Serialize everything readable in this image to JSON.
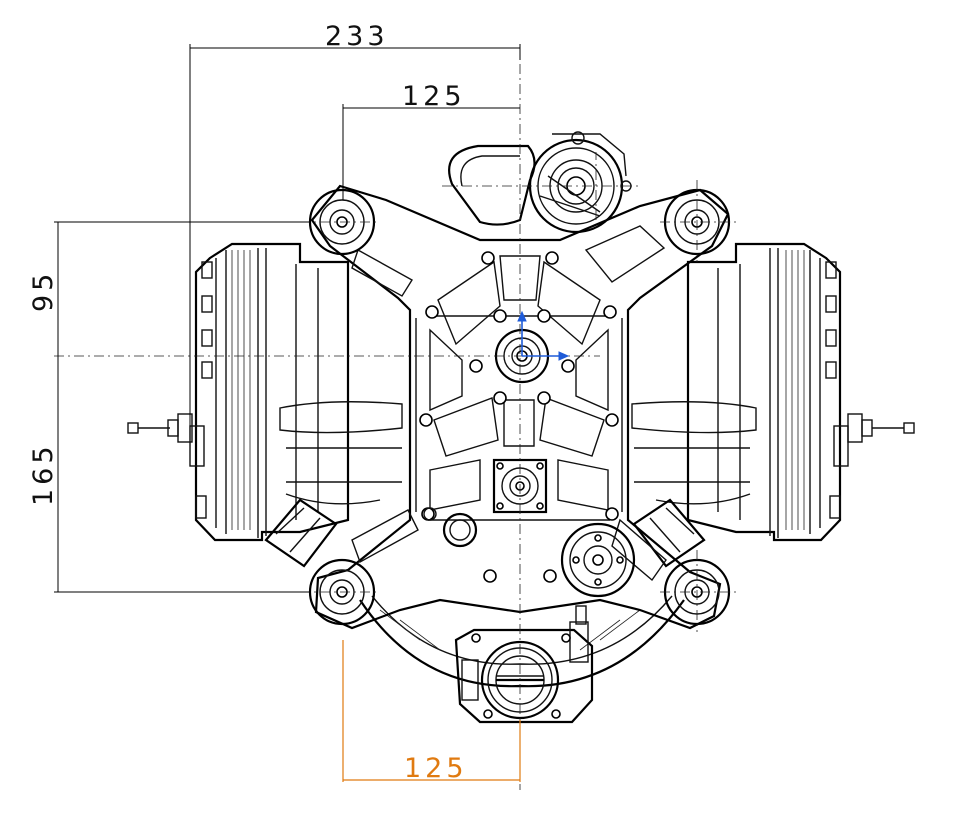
{
  "dimensions": {
    "overall_half_width": "233",
    "mount_half_width_top": "125",
    "upper_height": "95",
    "lower_height": "165",
    "mount_half_width_bottom": "125"
  },
  "colors": {
    "line": "#000000",
    "highlight_dimension": "#e07a10",
    "axis_marker": "#1e5bd8"
  }
}
